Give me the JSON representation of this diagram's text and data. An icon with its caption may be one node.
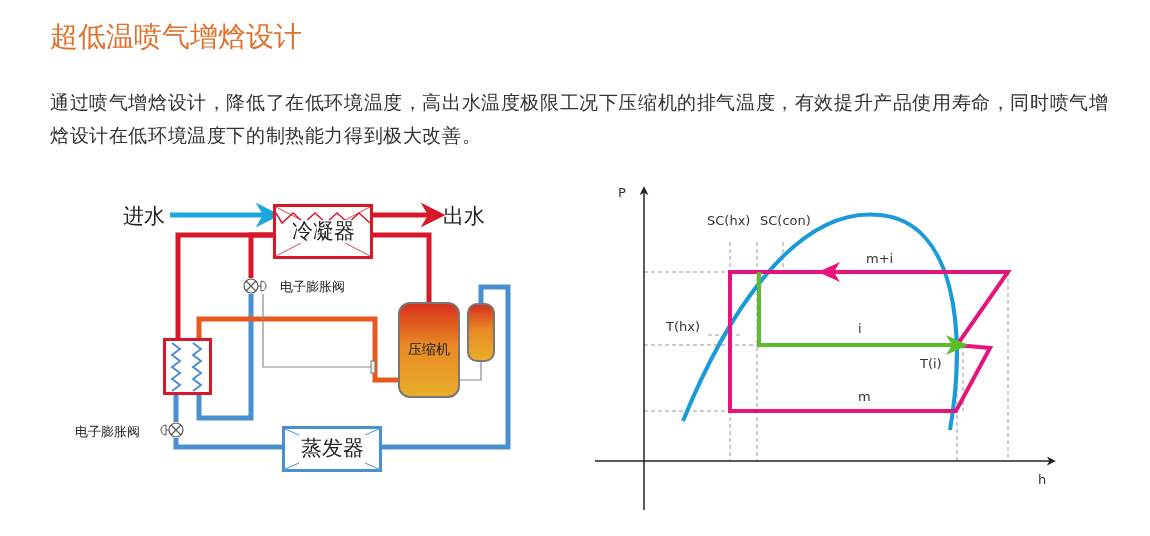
{
  "diagram": {
    "title": "超低温喷气增焓设计",
    "nodes": [
      {
        "text": [
          "进水"
        ]
      },
      {
        "text": [
          "冷凝器"
        ]
      },
      {
        "text": [
          "出水"
        ]
      },
      {
        "text": [],
        "shape": "circle",
        "beside": [
          "电子膨胀阀"
        ]
      },
      {
        "text": [],
        "shape": "box"
      },
      {
        "text": [
          "压缩机"
        ]
      },
      {
        "text": [],
        "shape": "cylinder"
      },
      {
        "text": [],
        "shape": "circle",
        "beside": [
          "电子膨胀阀"
        ]
      },
      {
        "text": [
          "蒸发器"
        ]
      }
    ],
    "edges": [
      {
        "from": 0,
        "to": 1,
        "arrow": "to",
        "color": "#1aa7e0"
      },
      {
        "from": 1,
        "to": 2,
        "arrow": "to",
        "color": "#d7182a"
      },
      {
        "from": 1,
        "to": 4,
        "arrow": "none",
        "color": "#d7182a"
      },
      {
        "from": 1,
        "to": 3,
        "arrow": "none",
        "color": "#d7182a"
      },
      {
        "from": 5,
        "to": 1,
        "arrow": "none",
        "color": "#d7182a"
      },
      {
        "from": 3,
        "to": 4,
        "arrow": "none",
        "color": "#4a8fd0"
      },
      {
        "from": 4,
        "to": 5,
        "arrow": "none",
        "color": "#e8581c"
      },
      {
        "from": 4,
        "to": 7,
        "arrow": "none",
        "color": "#4a8fd0"
      },
      {
        "from": 7,
        "to": 8,
        "arrow": "none",
        "color": "#4a8fd0"
      },
      {
        "from": 8,
        "to": 6,
        "arrow": "none",
        "color": "#4a8fd0"
      },
      {
        "from": 6,
        "to": 5,
        "arrow": "none",
        "color": "#8a8a8a"
      },
      {
        "from": 3,
        "to": null,
        "arrow": "none",
        "color": "#8a8a8a"
      }
    ],
    "labels": [
      "通过喷气增焓设计，降低了在低环境温度，高出水温度极限工况下压缩机的排气温度，有效提升产品使用寿命，同时喷气增焓设计在低环境温度下的制热能力得到极大改善。",
      "P",
      "SC(hx)",
      "SC(con)",
      "m+i",
      "T(hx)",
      "i",
      "T(i)",
      "m",
      "h"
    ]
  }
}
